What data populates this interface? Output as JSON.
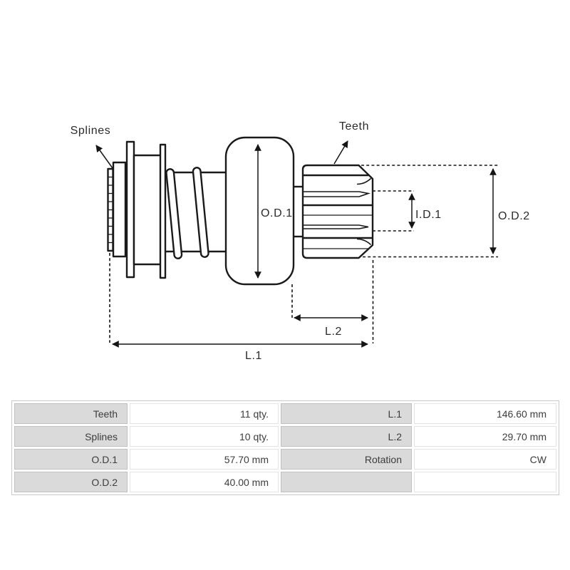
{
  "drawing": {
    "labels": {
      "splines": "Splines",
      "teeth": "Teeth",
      "od1": "O.D.1",
      "id1": "I.D.1",
      "od2": "O.D.2",
      "l2": "L.2",
      "l1": "L.1"
    }
  },
  "spec_table": {
    "rows": [
      [
        "Teeth",
        "11 qty.",
        "L.1",
        "146.60 mm"
      ],
      [
        "Splines",
        "10 qty.",
        "L.2",
        "29.70 mm"
      ],
      [
        "O.D.1",
        "57.70 mm",
        "Rotation",
        "CW"
      ],
      [
        "O.D.2",
        "40.00 mm",
        "",
        ""
      ]
    ]
  },
  "colors": {
    "line": "#1a1a1a",
    "label_cell_bg": "#dadada",
    "label_cell_border": "#c0c0c0",
    "value_cell_border": "#e4e4e4",
    "table_border": "#cacaca",
    "table_text": "#3d3d3d"
  }
}
